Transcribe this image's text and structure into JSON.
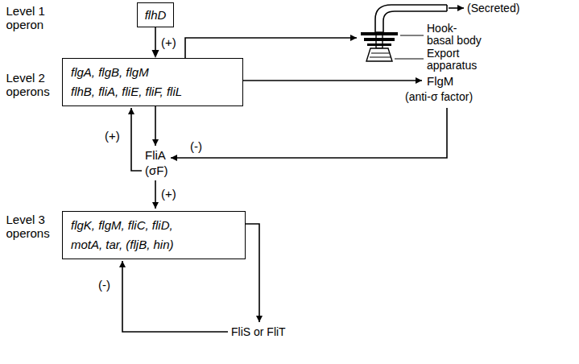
{
  "diagram": {
    "nodes": [
      {
        "text": [
          "Level 1 operon",
          "flhD"
        ]
      },
      {
        "text": [
          "Level 2 operons",
          "flgA, flgB, flgM",
          "flhB, fliA, fliE, fliF, fliL"
        ]
      },
      {
        "text": [
          "Level 3 operons",
          "flgK, flgM, fliC, fliD,",
          "motA, tar, (fljB, hin)"
        ]
      }
    ],
    "edges": [
      {
        "from": 0,
        "to": 1,
        "arrow": "to",
        "label": "(+)"
      }
    ],
    "labels": [
      "(Secreted)",
      "Hook- basal body",
      "Export apparatus",
      "FlgM",
      "(anti-σ factor)",
      "(+)",
      "(-)",
      "FliA",
      "(σF)",
      "(+)",
      "(-)",
      "FliS or FliT"
    ]
  }
}
